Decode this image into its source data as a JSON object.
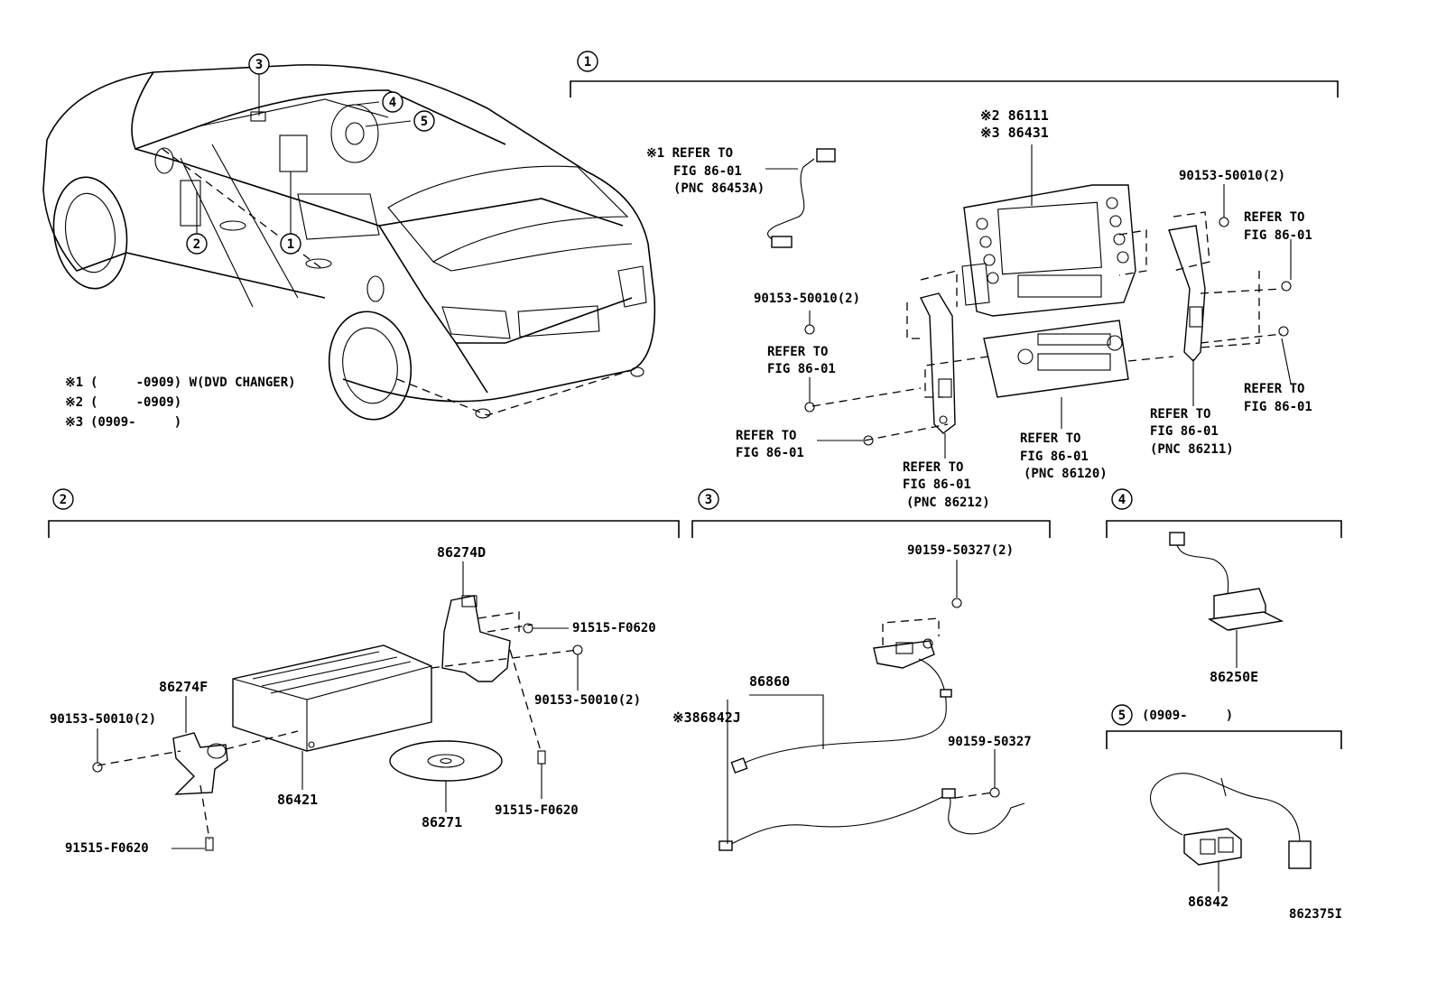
{
  "callout_numbers": [
    "1",
    "2",
    "3",
    "4",
    "5"
  ],
  "notes": [
    {
      "mark": "※1",
      "text": "(     -0909) W(DVD CHANGER)"
    },
    {
      "mark": "※2",
      "text": "(     -0909)"
    },
    {
      "mark": "※3",
      "text": "(0909-     )"
    }
  ],
  "section1": {
    "main_part_a": "※2 86111",
    "main_part_b": "※3 86431",
    "refer_cable": [
      "※1 REFER TO",
      "FIG 86-01",
      "(PNC 86453A)"
    ],
    "bolt_right_top": "90153-50010(2)",
    "bolt_left": "90153-50010(2)",
    "refer_right_top": [
      "REFER TO",
      "FIG 86-01"
    ],
    "refer_right_bottom": [
      "REFER TO",
      "FIG 86-01"
    ],
    "refer_left_mid": [
      "REFER TO",
      "FIG 86-01"
    ],
    "refer_left_bottom": [
      "REFER TO",
      "FIG 86-01"
    ],
    "refer_86212": [
      "REFER TO",
      "FIG 86-01",
      "(PNC 86212)"
    ],
    "refer_86120": [
      "REFER TO",
      "FIG 86-01",
      "(PNC 86120)"
    ],
    "refer_86211": [
      "REFER TO",
      "FIG 86-01",
      "(PNC 86211)"
    ]
  },
  "section2": {
    "bracket_top": "86274D",
    "bracket_left": "86274F",
    "screw_top": "91515-F0620",
    "bolt_right": "90153-50010(2)",
    "bolt_left": "90153-50010(2)",
    "changer": "86421",
    "disc": "86271",
    "screw_bottom_right": "91515-F0620",
    "screw_bottom_left": "91515-F0620"
  },
  "section3": {
    "bolt_top": "90159-50327(2)",
    "cable_a": "86860",
    "cable_b": "※386842J",
    "bolt_bottom": "90159-50327"
  },
  "section4": {
    "part": "86250E"
  },
  "section5": {
    "note": "(0909-     )",
    "part": "86842"
  },
  "figure_id": "862375I"
}
